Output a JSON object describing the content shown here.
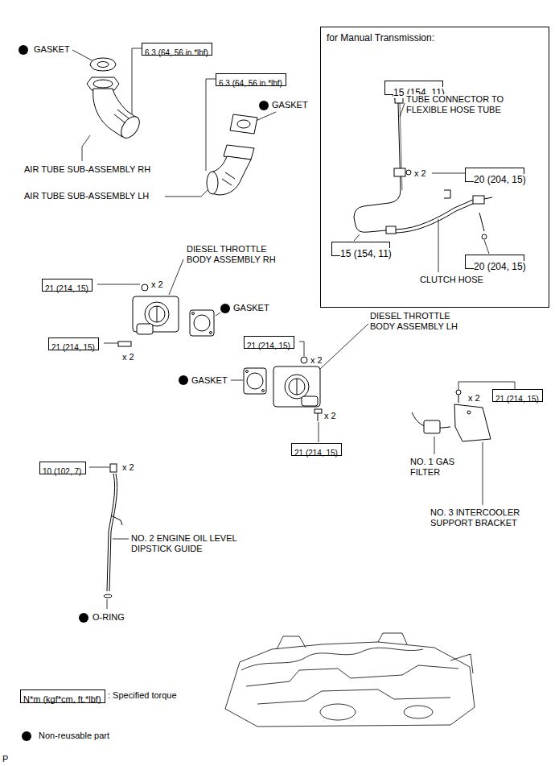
{
  "diagram": {
    "nodes": [
      {
        "text": [
          "for Manual Transmission:"
        ]
      },
      {
        "text": [
          "6.3 (64, 56 in.*lbf)"
        ]
      },
      {
        "text": [
          "6.3 (64, 56 in.*lbf)"
        ]
      },
      {
        "text": [
          "15 (154, 11)"
        ],
        "in": 0
      },
      {
        "text": [
          "20 (204, 15)"
        ],
        "in": 0
      },
      {
        "text": [
          "15 (154, 11)"
        ],
        "in": 0
      },
      {
        "text": [
          "20 (204, 15)"
        ],
        "in": 0
      },
      {
        "text": [
          "21 (214, 15)"
        ]
      },
      {
        "text": [
          "21 (214, 15)"
        ]
      },
      {
        "text": [
          "21 (214, 15)"
        ]
      },
      {
        "text": [
          "21 (214, 15)"
        ]
      },
      {
        "text": [
          "21 (214, 15)"
        ]
      },
      {
        "text": [
          "10 (102, 7)"
        ]
      },
      {
        "text": [
          "N*m (kgf*cm, ft.*lbf)"
        ]
      }
    ],
    "labels": [
      "GASKET",
      "AIR TUBE SUB-ASSEMBLY RH",
      "GASKET",
      "AIR TUBE SUB-ASSEMBLY LH",
      "TUBE CONNECTOR TO FLEXIBLE HOSE TUBE",
      "x 2",
      "CLUTCH HOSE",
      "DIESEL THROTTLE BODY ASSEMBLY RH",
      "x 2",
      "GASKET",
      "x 2",
      "DIESEL THROTTLE BODY ASSEMBLY LH",
      "x 2",
      "GASKET",
      "x 2",
      "x 2",
      "NO. 1 GAS FILTER",
      "NO. 3 INTERCOOLER SUPPORT BRACKET",
      "x 2",
      "NO. 2 ENGINE OIL LEVEL DIPSTICK GUIDE",
      "O-RING",
      ": Specified torque",
      "P"
    ],
    "legend": [
      {
        "text": "Non-reusable part"
      }
    ]
  }
}
